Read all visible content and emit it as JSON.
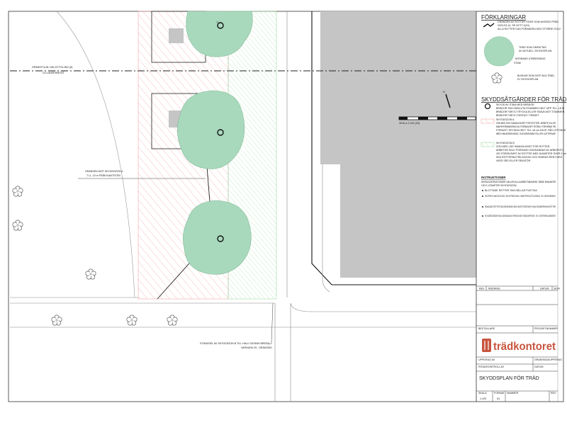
{
  "drawing": {
    "labels": {
      "dashline_1": "GRÄNSTOLIN / MILJÖ FÖLJNG (6)",
      "dashline_2": "GL4 ANGERMITAT",
      "arrow_label_1": "GRÄNSEN MOT SKYDDSZON A",
      "arrow_label_2": "T.I.L. 15 m FRÅN KANTSTEN",
      "bottom_note_1": "STÄNGSEL AV SKYDDSZON B TILL HALV GATANS BREDD",
      "bottom_note_2": "VARNUNG EL. GRÄNSSID",
      "tree_id": "T1",
      "scale_label": "SKALA 1:100 (A3)",
      "north": "N"
    }
  },
  "legend": {
    "title": "FÖRKLARINGAR",
    "sym1": [
      "GRÄNSEN AV ROTTER TIDER SOM AVSEDD FRÅN",
      "2023-03-14, SE NYTT 4(10)",
      "ALLA ROTTER KAN FÖRANDRA MÖJ STÖRRE GOLV"
    ],
    "tree_1": "TRÄD SOM OMFATTAS",
    "tree_2": "AV AKTUELL SKYDDSPLAN",
    "crown": "KRONANS UTBREDNING",
    "trunk": "STAM",
    "shrub_1": "BUSKAR SOM INTE SKA TRÄD,",
    "shrub_2": "EJ SKYDDSPLAN",
    "protect_title": "SKYDDSÅTGÄRDER FÖR TRÄD",
    "circle": [
      "SKYDD AV STAM MED BRÄDOR",
      "BRÄDOR SKA OMSLUTA STAMMEN HELT UPP TILL 1,8 M",
      "BRÄDOR FÄR EJ TRYCKA ELLER SKAVA MOT STAMMEN",
      "BRÄDOR FÄR EJ FÄSTAS I TRÄDET"
    ],
    "zone_a": [
      "SKYDDSZON A",
      "ZON MED HÖG SANNOLIKHET FÖR ROTTER. ARBETE ELLER",
      "MARKFÖRÄNDRING AV FÖRBJUDET RÖRA I FÖRHÅND PÅ",
      "FÖRDATT SKYDDA HELT TILL 16 cm DJUP. FÅR UTFÖRAS",
      "MED HANDGRÄVNING, SUGGRÄVNING ELLER LUFTSPADE"
    ],
    "zone_b": [
      "SKYDDSZON B",
      "ZON MED LÅG SANNOLIKHET FÖR ROTTER.",
      "ARBETEN SKA I FÖRHAND GODKÄNNAS AV ARBORIST.",
      "VID FÖREKOMST AV ROTTER MED DIAMETER ÖVER 2 cm",
      "SKA RÖTTERNA FRILÄGGAS OCH SKÄRAS RENT MED",
      "VASS SÅG ELLER SEKATÖR."
    ],
    "instr_title": "INSTRUKTIONER",
    "instr_intro": [
      "DESSA INSTRUKTIONER GÄLLER ALLA ARBETSMOMENT, BÅDE INNANFÖR",
      "OCH UTANFÖR SKYDDSZON."
    ],
    "instr": [
      "BLOTTADE RÖTTER SKA HÅLLAS FUKTIGA",
      "OM ÅTERFYLLNING ÄR AKTUELLT SKA UTFÖRAS INOM 1 TIMME EFTER BLOTTLÄGGNING, T.EX. GENOM FIBERDUK",
      "SKADADE RÖTTER SKA BESKÄRAS MED VASST REDSKAP, INGA SÖNDERRIVNA RÖTTER",
      "SKYDDSÅTGÄRDER SKA GODKÄNNAS AV PERSON MED TRÄDKOMPETENS, T.EX. CERTIFIERAD ARBORIST"
    ]
  },
  "titleblock": {
    "rev": "REV",
    "change": "ÄNDRING",
    "date": "DATUM",
    "sign": "SIGN",
    "status": "BESTÄLLARE",
    "project_no": "PROJEKTNUMMER",
    "logo": "trädkontoret",
    "designed_by": "UPPDRAG AV",
    "reviewer": "GRANSKAD/UPPDRAG",
    "drawn_by": "RITAD/KONTROLL AV",
    "date2": "DATUM",
    "drawing_title": "SKYDDSPLAN FÖR TRÄD",
    "scale_h": "SKALA",
    "scale": "1:100",
    "format_h": "FORMAT",
    "format": "A1",
    "number_h": "NUMMER",
    "rev_h": "REV"
  },
  "colors": {
    "tree": "#a9d9bd",
    "zone_a": "#f2a6a6",
    "zone_b": "#9fdca2",
    "building": "#c5c5c5",
    "logo": "#c8553d"
  }
}
